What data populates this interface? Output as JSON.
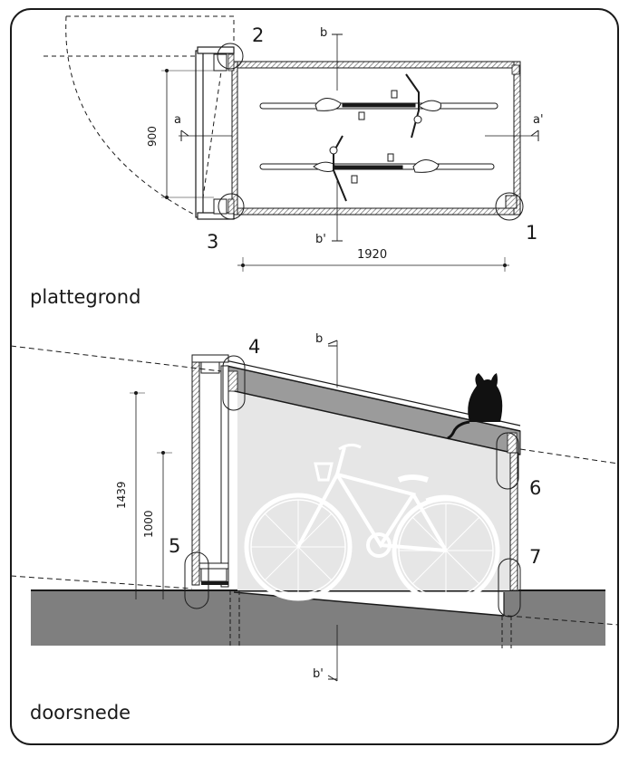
{
  "plan": {
    "title": "plattegrond",
    "dimension_width": "1920",
    "dimension_depth": "900",
    "section_a": "a",
    "section_a_prime": "a'",
    "section_b": "b",
    "section_b_prime": "b'",
    "details": [
      "1",
      "2",
      "3"
    ]
  },
  "section": {
    "title": "doorsnede",
    "dimension_high": "1439",
    "dimension_low": "1000",
    "section_b": "b",
    "section_b_prime": "b'",
    "details": [
      "4",
      "5",
      "6",
      "7"
    ]
  },
  "colors": {
    "line": "#1a1a1a",
    "ground": "#7f7f7f",
    "interior": "#e6e6e6",
    "roof_band": "#9b9b9b",
    "hatch": "#8a8a8a"
  }
}
